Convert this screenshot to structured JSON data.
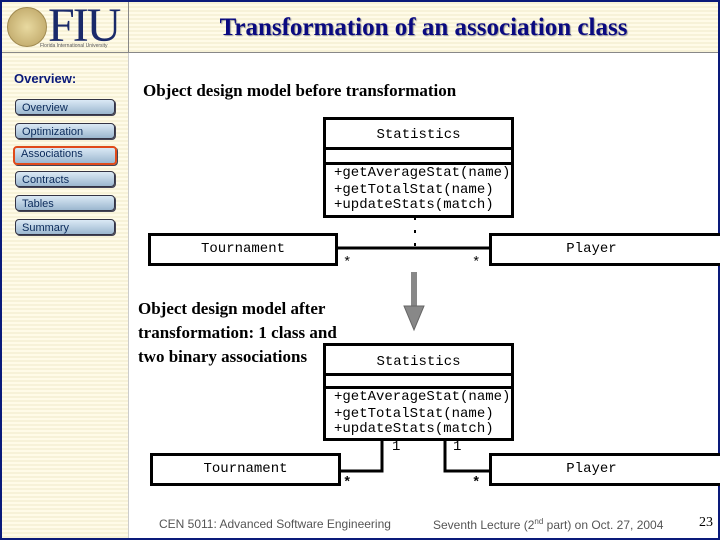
{
  "header": {
    "logo_text": "FIU",
    "logo_subtext": "Florida International University",
    "title": "Transformation of an association class"
  },
  "sidebar": {
    "heading": "Overview:",
    "items": [
      {
        "label": "Overview"
      },
      {
        "label": "Optimization"
      },
      {
        "label": "Associations",
        "selected": true
      },
      {
        "label": "Contracts"
      },
      {
        "label": "Tables"
      },
      {
        "label": "Summary"
      }
    ]
  },
  "main": {
    "before_heading": "Object design model before transformation",
    "after_heading": [
      "Object design model after",
      "transformation: 1 class and",
      "two binary associations"
    ],
    "before": {
      "association_class": "Statistics",
      "operations": [
        "+getAverageStat(name)",
        "+getTotalStat(name)",
        "+updateStats(match)"
      ],
      "left_class": "Tournament",
      "right_class": "Player",
      "left_mult": "*",
      "right_mult": "*"
    },
    "after": {
      "class": "Statistics",
      "operations": [
        "+getAverageStat(name)",
        "+getTotalStat(name)",
        "+updateStats(match)"
      ],
      "left_class": "Tournament",
      "right_class": "Player",
      "left_mult_stats": "1",
      "right_mult_stats": "1",
      "left_mult": "*",
      "right_mult": "*"
    }
  },
  "footer": {
    "course": "CEN 5011: Advanced Software Engineering",
    "lecture_pre": "Seventh Lecture (2",
    "lecture_sup": "nd",
    "lecture_post": " part) on Oct. 27, 2004",
    "page": "23"
  },
  "colors": {
    "frame": "#0a1a7a",
    "title": "#0a0a80",
    "selected_border": "#e04a1a"
  }
}
